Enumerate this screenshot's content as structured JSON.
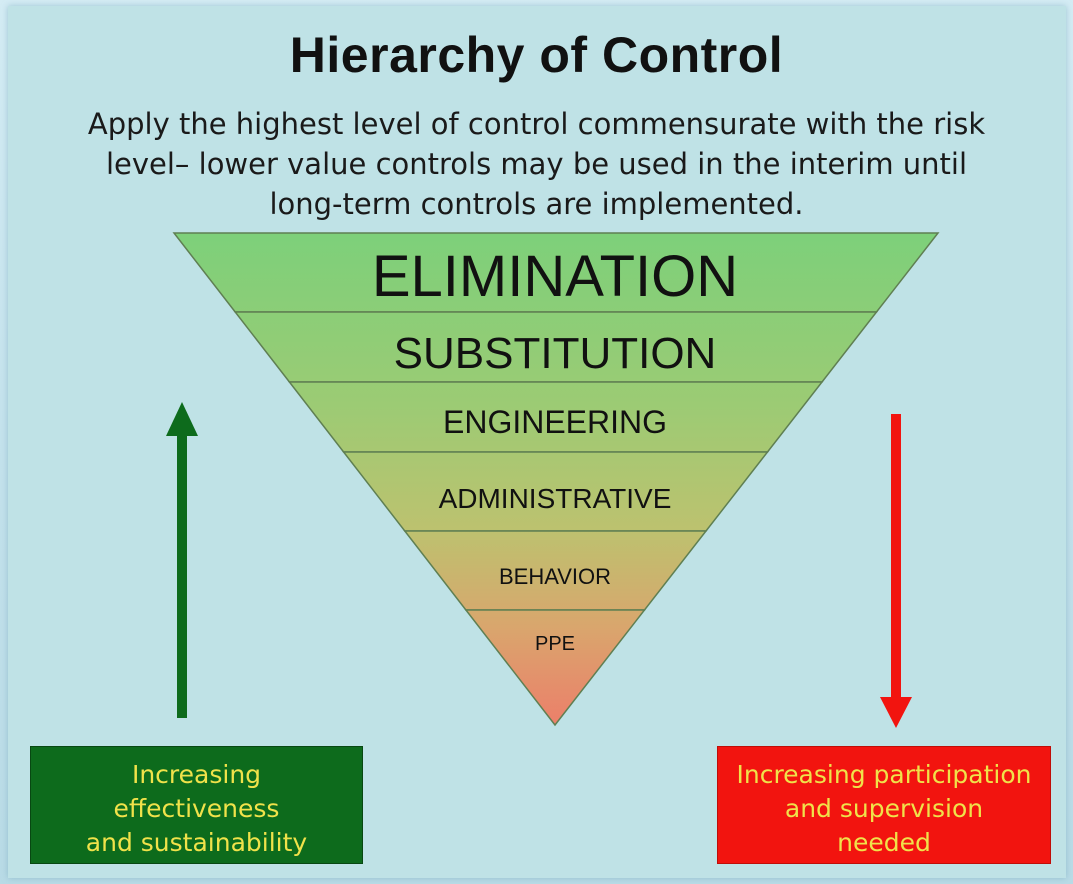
{
  "title": "Hierarchy of Control",
  "subtitle": {
    "line1": "Apply the highest level of control commensurate with the risk",
    "line2": "level– lower value controls may be used in the interim until",
    "line3": "long-term controls are implemented."
  },
  "tiers": [
    {
      "label": "ELIMINATION",
      "color": "#7fcc7a"
    },
    {
      "label": "SUBSTITUTION",
      "color": "#93cc76"
    },
    {
      "label": "ENGINEERING",
      "color": "#a8c873"
    },
    {
      "label": "ADMINISTRATIVE",
      "color": "#bcc26f"
    },
    {
      "label": "BEHAVIOR",
      "color": "#d3aa6e"
    },
    {
      "label": "PPE",
      "color": "#e48d6c"
    }
  ],
  "left_box": {
    "lines": [
      "Increasing",
      "effectiveness",
      "and sustainability"
    ],
    "color": "#0d6b1c",
    "text_color": "#f0e24a"
  },
  "right_box": {
    "lines": [
      "Increasing participation",
      "and supervision",
      "needed"
    ],
    "color": "#f2140f",
    "text_color": "#f0e24a"
  },
  "arrows": {
    "up_color": "#0d6b1c",
    "down_color": "#f2140f"
  }
}
